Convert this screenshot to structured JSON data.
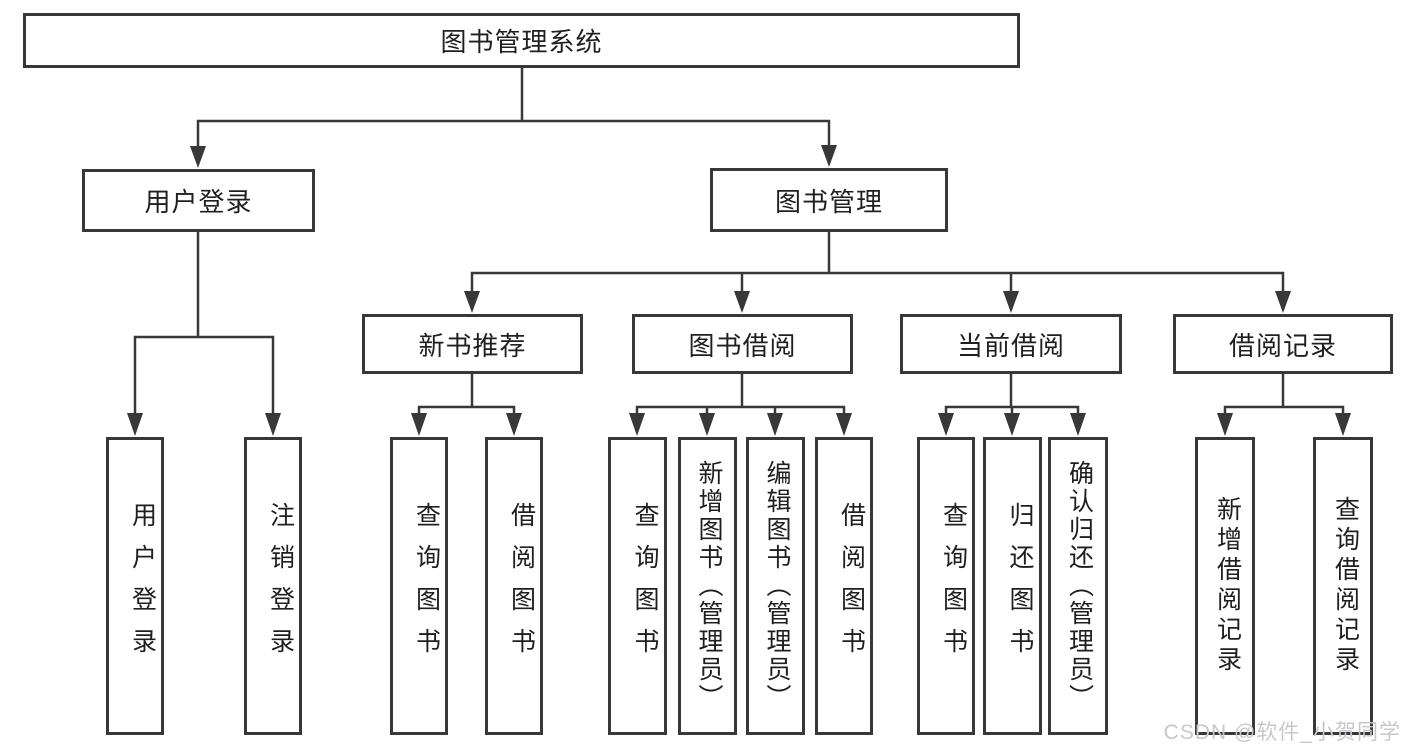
{
  "tree": {
    "label": "图书管理系统",
    "children": [
      {
        "label": "用户登录",
        "children": [
          {
            "label": "用户登录"
          },
          {
            "label": "注销登录"
          }
        ]
      },
      {
        "label": "图书管理",
        "children": [
          {
            "label": "新书推荐",
            "children": [
              {
                "label": "查询图书"
              },
              {
                "label": "借阅图书"
              }
            ]
          },
          {
            "label": "图书借阅",
            "children": [
              {
                "label": "查询图书"
              },
              {
                "label": "新增图书（管理员）"
              },
              {
                "label": "编辑图书（管理员）"
              },
              {
                "label": "借阅图书"
              }
            ]
          },
          {
            "label": "当前借阅",
            "children": [
              {
                "label": "查询图书"
              },
              {
                "label": "归还图书"
              },
              {
                "label": "确认归还（管理员）"
              }
            ]
          },
          {
            "label": "借阅记录",
            "children": [
              {
                "label": "新增借阅记录"
              },
              {
                "label": "查询借阅记录"
              }
            ]
          }
        ]
      }
    ]
  },
  "watermark": {
    "text": "CSDN @软件_小贺同学"
  },
  "colors": {
    "line": "#383838",
    "text": "#1f1f1f",
    "background": "#ffffff",
    "watermark": "#c7c8cc"
  }
}
